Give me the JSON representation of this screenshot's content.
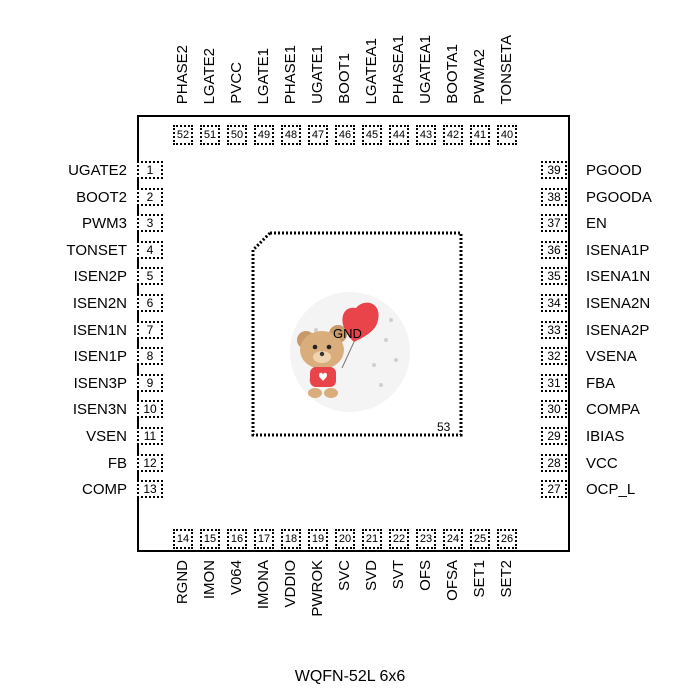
{
  "package_label": "WQFN-52L  6x6",
  "exposed_pad": {
    "number": "53",
    "label": "GND"
  },
  "pins_left": [
    {
      "num": "1",
      "name": "UGATE2"
    },
    {
      "num": "2",
      "name": "BOOT2"
    },
    {
      "num": "3",
      "name": "PWM3"
    },
    {
      "num": "4",
      "name": "TONSET"
    },
    {
      "num": "5",
      "name": "ISEN2P"
    },
    {
      "num": "6",
      "name": "ISEN2N"
    },
    {
      "num": "7",
      "name": "ISEN1N"
    },
    {
      "num": "8",
      "name": "ISEN1P"
    },
    {
      "num": "9",
      "name": "ISEN3P"
    },
    {
      "num": "10",
      "name": "ISEN3N"
    },
    {
      "num": "11",
      "name": "VSEN"
    },
    {
      "num": "12",
      "name": "FB"
    },
    {
      "num": "13",
      "name": "COMP"
    }
  ],
  "pins_bottom": [
    {
      "num": "14",
      "name": "RGND"
    },
    {
      "num": "15",
      "name": "IMON"
    },
    {
      "num": "16",
      "name": "V064"
    },
    {
      "num": "17",
      "name": "IMONA"
    },
    {
      "num": "18",
      "name": "VDDIO"
    },
    {
      "num": "19",
      "name": "PWROK"
    },
    {
      "num": "20",
      "name": "SVC"
    },
    {
      "num": "21",
      "name": "SVD"
    },
    {
      "num": "22",
      "name": "SVT"
    },
    {
      "num": "23",
      "name": "OFS"
    },
    {
      "num": "24",
      "name": "OFSA"
    },
    {
      "num": "25",
      "name": "SET1"
    },
    {
      "num": "26",
      "name": "SET2"
    }
  ],
  "pins_right": [
    {
      "num": "39",
      "name": "PGOOD"
    },
    {
      "num": "38",
      "name": "PGOODA"
    },
    {
      "num": "37",
      "name": "EN"
    },
    {
      "num": "36",
      "name": "ISENA1P"
    },
    {
      "num": "35",
      "name": "ISENA1N"
    },
    {
      "num": "34",
      "name": "ISENA2N"
    },
    {
      "num": "33",
      "name": "ISENA2P"
    },
    {
      "num": "32",
      "name": "VSENA"
    },
    {
      "num": "31",
      "name": "FBA"
    },
    {
      "num": "30",
      "name": "COMPA"
    },
    {
      "num": "29",
      "name": "IBIAS"
    },
    {
      "num": "28",
      "name": "VCC"
    },
    {
      "num": "27",
      "name": "OCP_L"
    }
  ],
  "pins_top": [
    {
      "num": "52",
      "name": "PHASE2"
    },
    {
      "num": "51",
      "name": "LGATE2"
    },
    {
      "num": "50",
      "name": "PVCC"
    },
    {
      "num": "49",
      "name": "LGATE1"
    },
    {
      "num": "48",
      "name": "PHASE1"
    },
    {
      "num": "47",
      "name": "UGATE1"
    },
    {
      "num": "46",
      "name": "BOOT1"
    },
    {
      "num": "45",
      "name": "LGATEA1"
    },
    {
      "num": "44",
      "name": "PHASEA1"
    },
    {
      "num": "43",
      "name": "UGATEA1"
    },
    {
      "num": "42",
      "name": "BOOTA1"
    },
    {
      "num": "41",
      "name": "PWMA2"
    },
    {
      "num": "40",
      "name": "TONSETA"
    }
  ]
}
